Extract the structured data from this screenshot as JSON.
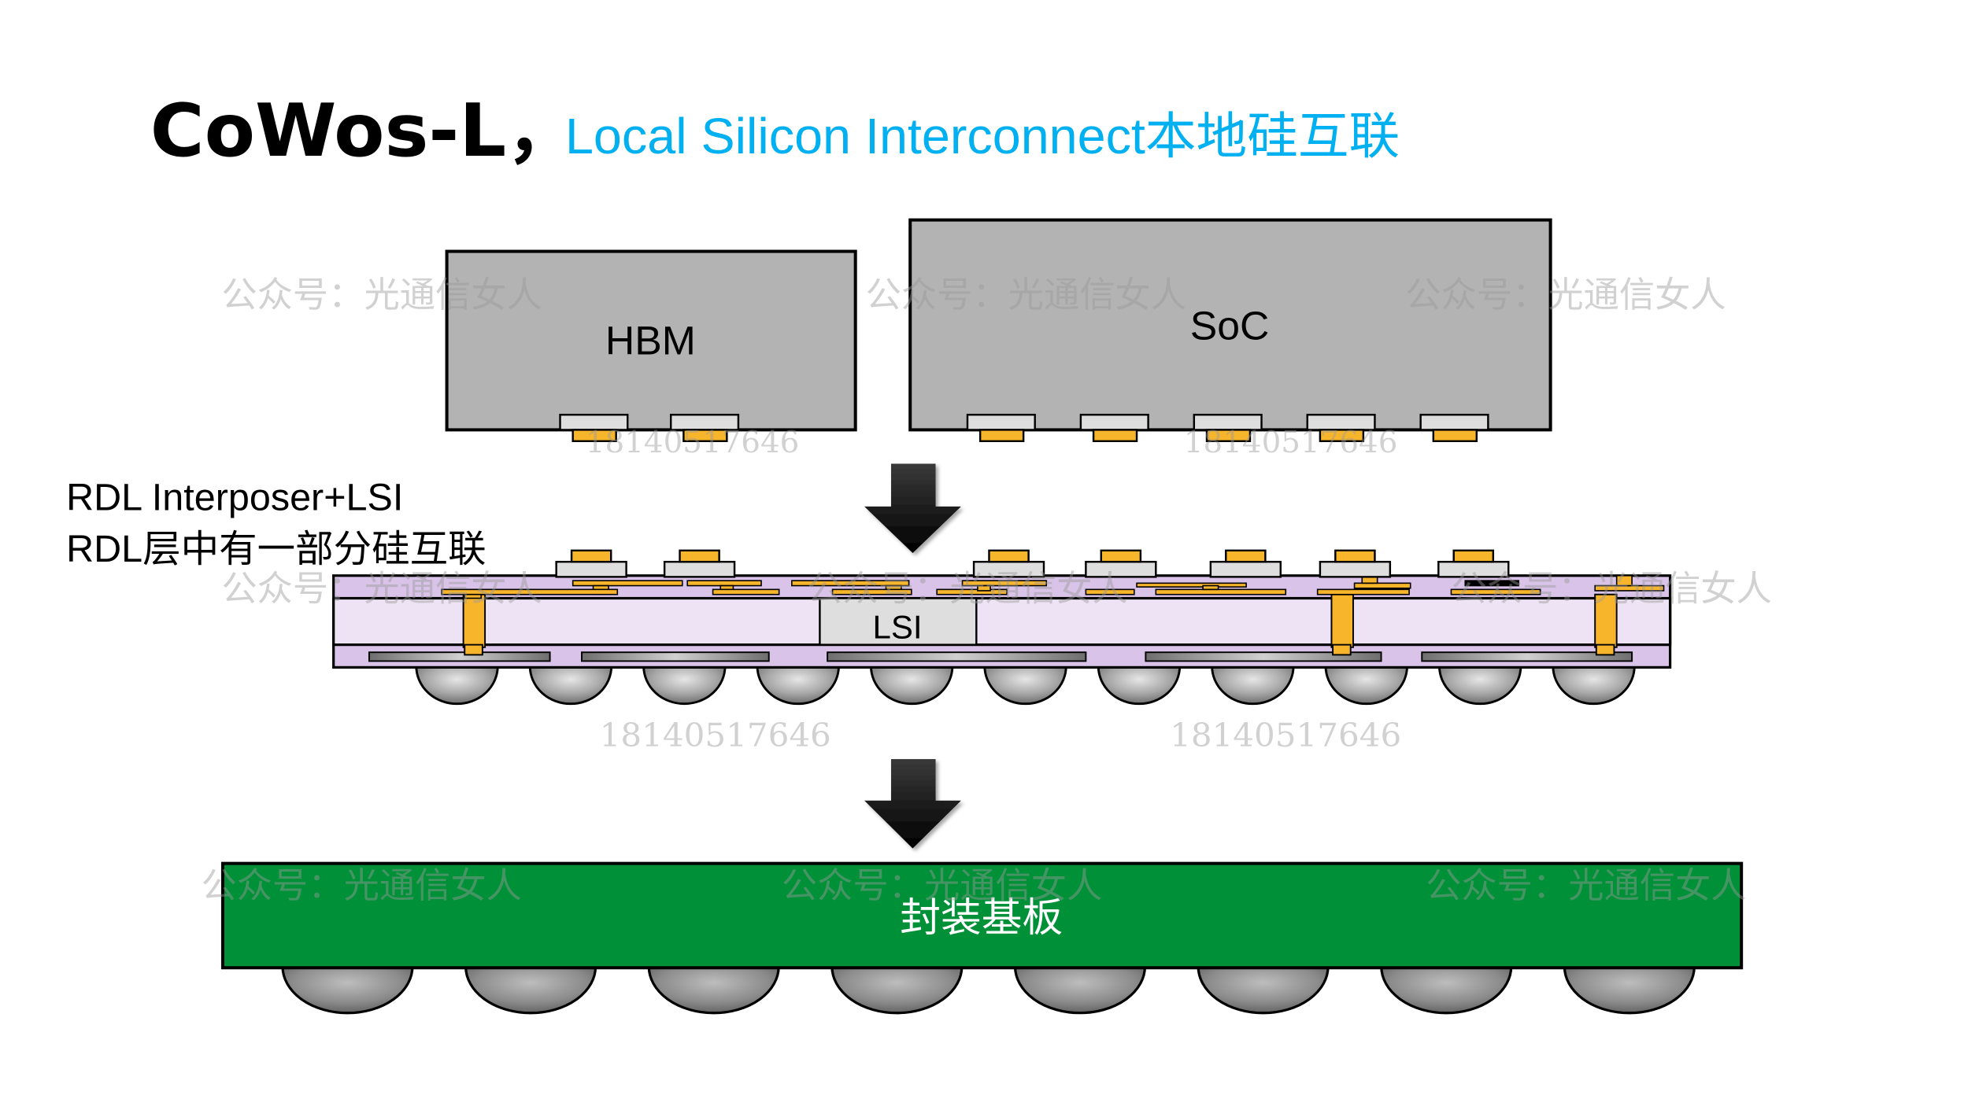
{
  "title": {
    "main": "CoWos-L，",
    "subtitle": "Local Silicon Interconnect本地硅互联"
  },
  "chips": {
    "hbm": {
      "label": "HBM",
      "pad_count": 2
    },
    "soc": {
      "label": "SoC",
      "pad_count": 5
    }
  },
  "interposer": {
    "caption_line1": "RDL Interposer+LSI",
    "caption_line2": "RDL层中有一部分硅互联",
    "lsi_label": "LSI",
    "micro_bump_count": 11
  },
  "substrate": {
    "label": "封装基板",
    "ball_count": 8
  },
  "watermarks": {
    "account": "公众号：光通信女人",
    "phone": "18140517646"
  },
  "colors": {
    "subtitle": "#00B0F0",
    "chip_fill": "#B3B3B3",
    "pad_fill": "#DDDEDD",
    "copper": "#F7B52C",
    "interposer_outer": "#D9C3E8",
    "interposer_core": "#EEE3F4",
    "substrate": "#009138",
    "arrow": "#000000",
    "watermark": "#BFBFBF"
  }
}
